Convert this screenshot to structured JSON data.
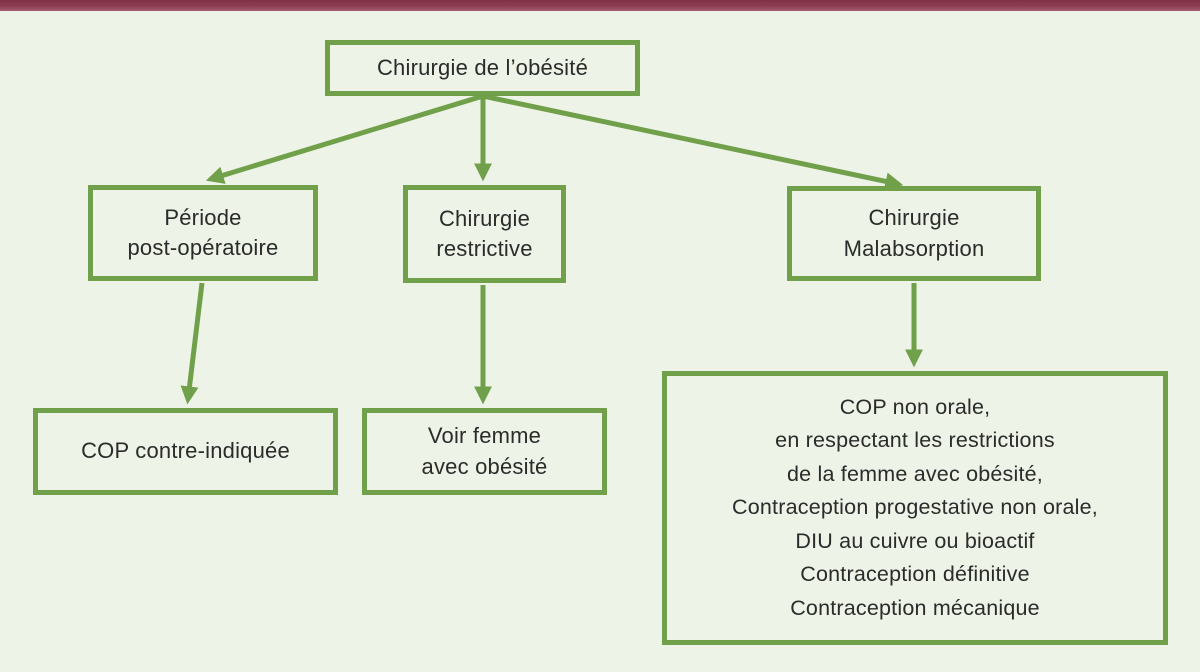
{
  "colors": {
    "background": "#edf3e6",
    "accent_green": "#71a04b",
    "top_bar_maroon": "#8e3d53",
    "text": "#2b2b2b"
  },
  "diagram": {
    "title_node": "Chirurgie de l’obésité",
    "nodes": {
      "root": {
        "label": "Chirurgie de l’obésité"
      },
      "periode": {
        "label": "Période\npost-opératoire"
      },
      "restrictive": {
        "label": "Chirurgie\nrestrictive"
      },
      "malabsorption": {
        "label": "Chirurgie\nMalabsorption"
      },
      "cop": {
        "label": "COP contre-indiquée"
      },
      "voir": {
        "label": "Voir femme\navec obésité"
      },
      "details": {
        "label": "COP non orale,\nen respectant les restrictions\nde la femme avec obésité,\nContraception progestative non orale,\nDIU au cuivre ou bioactif\nContraception définitive\nContraception mécanique"
      }
    },
    "edges": [
      {
        "from": "root",
        "to": "periode"
      },
      {
        "from": "root",
        "to": "restrictive"
      },
      {
        "from": "root",
        "to": "malabsorption"
      },
      {
        "from": "periode",
        "to": "cop"
      },
      {
        "from": "restrictive",
        "to": "voir"
      },
      {
        "from": "malabsorption",
        "to": "details"
      }
    ]
  }
}
